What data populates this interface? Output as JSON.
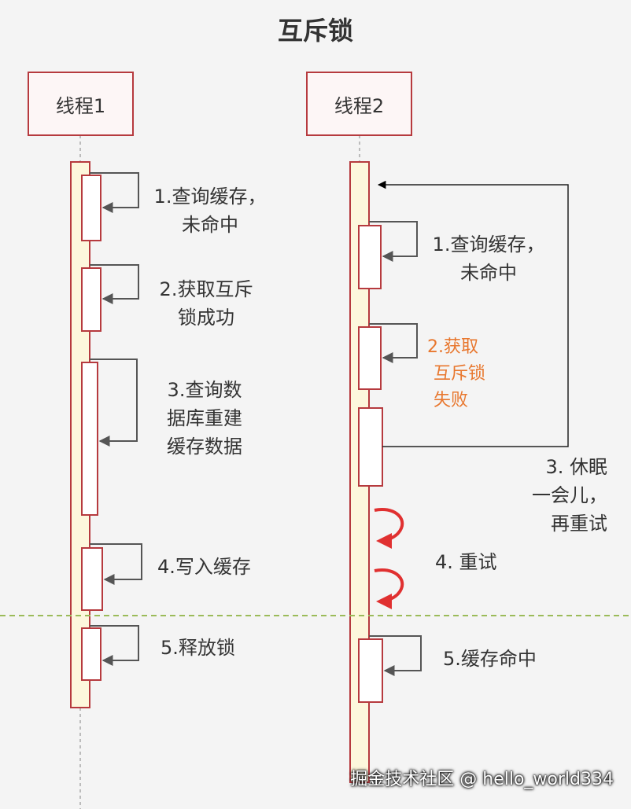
{
  "title": "互斥锁",
  "actors": {
    "t1": "线程1",
    "t2": "线程2"
  },
  "thread1": {
    "step1": [
      "1.查询缓存，",
      "未命中"
    ],
    "step2": [
      "2.获取互斥",
      "锁成功"
    ],
    "step3": [
      "3.查询数",
      "据库重建",
      "缓存数据"
    ],
    "step4": "4.写入缓存",
    "step5": "5.释放锁"
  },
  "thread2": {
    "step1": [
      "1.查询缓存，",
      "未命中"
    ],
    "step2": [
      "2.获取",
      "互斥锁",
      "失败"
    ],
    "step3": [
      "3. 休眠",
      "一会儿，",
      "再重试"
    ],
    "step4": "4. 重试",
    "step5": "5.缓存命中"
  },
  "watermark": "掘金技术社区 @ hello_world334",
  "colors": {
    "frame": "#b63a3e",
    "bar": "#fdf7dc",
    "divider": "#9bbb59",
    "retry": "#e03030",
    "accent": "#e8772e"
  }
}
